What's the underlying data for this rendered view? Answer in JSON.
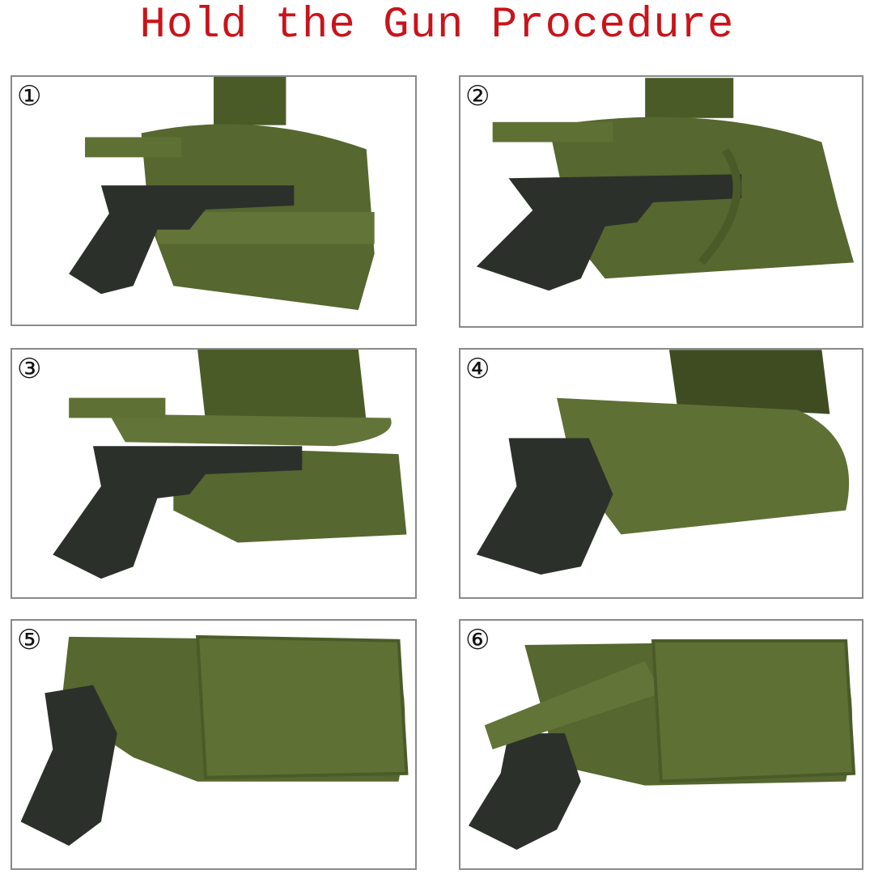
{
  "title": "Hold the Gun Procedure",
  "steps": [
    {
      "number": "①"
    },
    {
      "number": "②"
    },
    {
      "number": "③"
    },
    {
      "number": "④"
    },
    {
      "number": "⑤"
    },
    {
      "number": "⑥"
    }
  ],
  "colors": {
    "title": "#c8141b",
    "holster": "#56672f",
    "holster_dark": "#3f4c22",
    "gun": "#2c302b"
  }
}
